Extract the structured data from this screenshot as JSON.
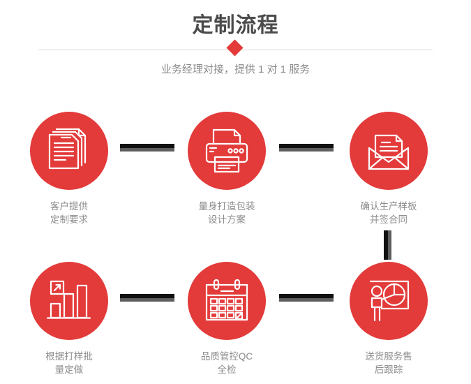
{
  "header": {
    "title": "定制流程",
    "subtitle": "业务经理对接，提供 1 对 1 服务",
    "diamond_color": "#e33a3a",
    "divider_color": "#d8d8d8",
    "title_color": "#4b4b4b"
  },
  "theme": {
    "accent": "#e33a3a",
    "connector_dark": "#111111",
    "connector_light": "#5e5e5e",
    "label_color": "#8c8c8c",
    "background": "#ffffff"
  },
  "flow": {
    "steps": [
      {
        "index": 1,
        "icon": "documents-stack-icon",
        "label": "客户提供\n定制要求"
      },
      {
        "index": 2,
        "icon": "printer-icon",
        "label": "量身打造包装\n设计方案"
      },
      {
        "index": 3,
        "icon": "envelope-document-icon",
        "label": "确认生产样板\n并签合同"
      },
      {
        "index": 4,
        "icon": "bar-chart-growth-icon",
        "label": "根据打样批\n量定做"
      },
      {
        "index": 5,
        "icon": "calendar-check-icon",
        "label": "品质管控QC\n全检"
      },
      {
        "index": 6,
        "icon": "presenter-pie-chart-icon",
        "label": "送货服务售\n后跟踪"
      }
    ],
    "connectors": [
      {
        "name": "connector-step1-step2",
        "orientation": "horizontal"
      },
      {
        "name": "connector-step2-step3",
        "orientation": "horizontal"
      },
      {
        "name": "connector-step3-step6",
        "orientation": "vertical"
      },
      {
        "name": "connector-step4-step5",
        "orientation": "horizontal"
      },
      {
        "name": "connector-step5-step6",
        "orientation": "horizontal"
      }
    ]
  }
}
